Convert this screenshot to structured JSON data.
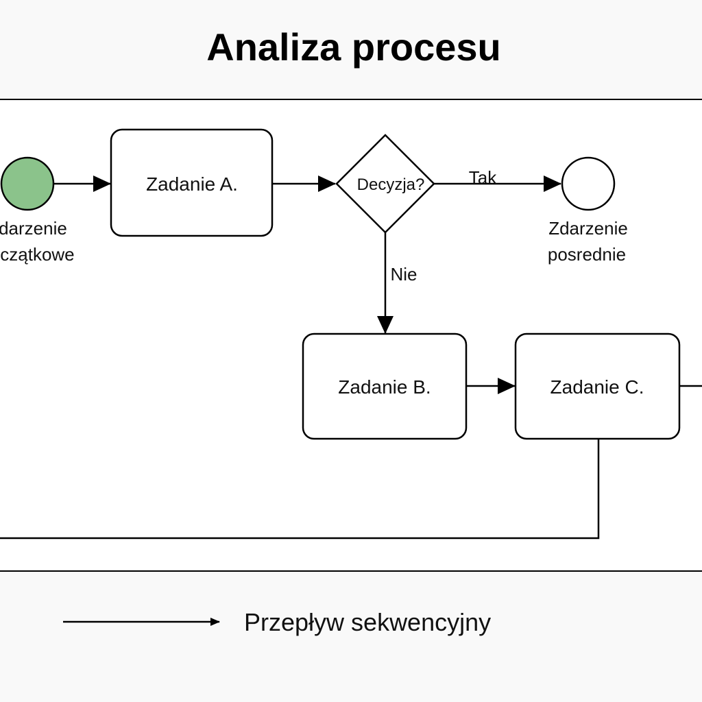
{
  "title": "Analiza procesu",
  "colors": {
    "start_fill": "#8bc38b",
    "end_fill": "#ffffff",
    "stroke": "#000000",
    "background": "#f9f9f9",
    "canvas": "#ffffff"
  },
  "nodes": {
    "start_event": {
      "label_line1": "Zdarzenie",
      "label_line2": "początkowe"
    },
    "task_a": {
      "label": "Zadanie A."
    },
    "decision": {
      "label": "Decyzja?"
    },
    "intermediate_event": {
      "label_line1": "Zdarzenie",
      "label_line2": "posrednie"
    },
    "task_b": {
      "label": "Zadanie B."
    },
    "task_c": {
      "label": "Zadanie C."
    }
  },
  "edges": {
    "yes_label": "Tak",
    "no_label": "Nie"
  },
  "legend": {
    "sequence_flow_label": "Przepływ sekwencyjny"
  }
}
